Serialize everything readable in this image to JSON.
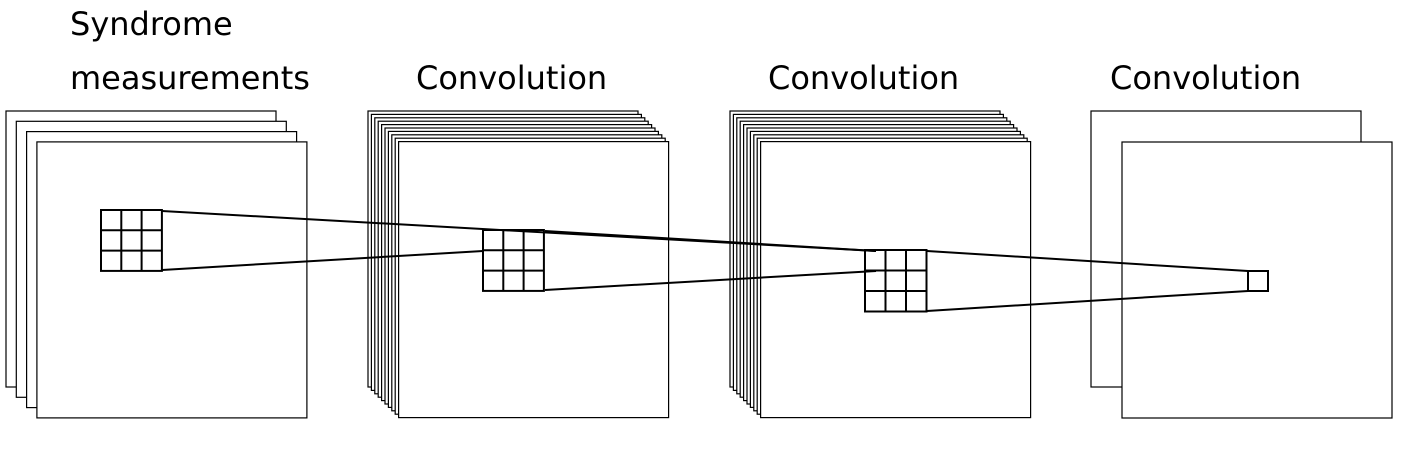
{
  "labels": {
    "layer1_line1": "Syndrome",
    "layer1_line2": "measurements",
    "layer2": "Convolution",
    "layer3": "Convolution",
    "layer4": "Convolution"
  },
  "layers": [
    {
      "feature_maps": 4,
      "kernel_grid": "3x3"
    },
    {
      "feature_maps": 10,
      "kernel_grid": "3x3"
    },
    {
      "feature_maps": 10,
      "kernel_grid": "3x3"
    },
    {
      "feature_maps": 2,
      "kernel_grid": "1x1"
    }
  ],
  "colors": {
    "stroke": "#000000",
    "fill": "#ffffff"
  }
}
